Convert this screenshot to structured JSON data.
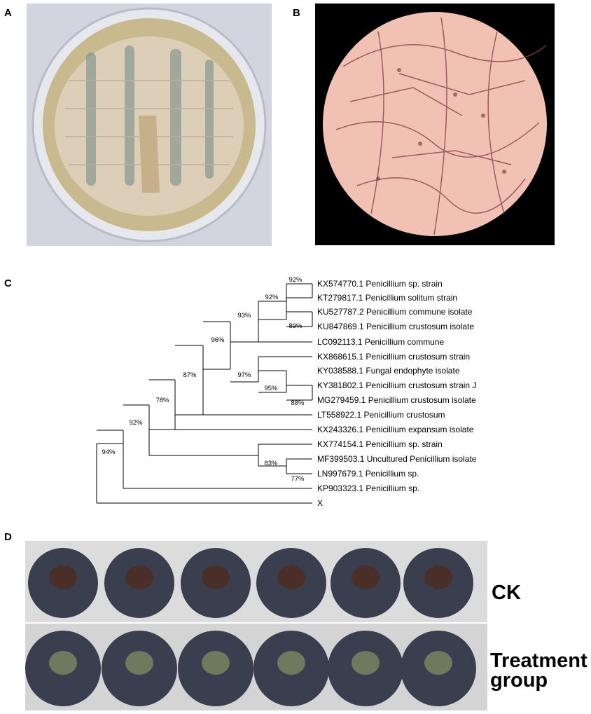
{
  "panels": {
    "a": {
      "label": "A"
    },
    "b": {
      "label": "B"
    },
    "c": {
      "label": "C"
    },
    "d": {
      "label": "D"
    }
  },
  "tree": {
    "leaves": [
      "KX574770.1 Penicillium sp. strain",
      "KT279817.1 Penicillium solitum strain",
      "KU527787.2 Penicillium commune isolate",
      "KU847869.1 Penicillium crustosum isolate",
      "LC092113.1 Penicillium commune",
      "KX868615.1 Penicillium crustosum strain",
      "KY038588.1 Fungal endophyte isolate",
      "KY381802.1 Penicillium crustosum strain J",
      "MG279459.1 Penicillium crustosum isolate",
      "LT558922.1 Penicillium crustosum",
      "KX243326.1 Penicillium expansum isolate",
      "KX774154.1 Penicillium sp. strain",
      "MF399503.1 Uncultured Penicillium isolate",
      "LN997679.1 Penicillium sp.",
      "KP903323.1 Penicillium sp.",
      "X"
    ],
    "bootstraps": [
      "92%",
      "92%",
      "89%",
      "93%",
      "96%",
      "97%",
      "95%",
      "88%",
      "87%",
      "78%",
      "92%",
      "83%",
      "77%",
      "94%"
    ]
  },
  "panel_d": {
    "row_labels": {
      "ck": "CK",
      "treatment": "Treatment\ngroup"
    }
  },
  "colors": {
    "agar": "#c9b98e",
    "colony": "#d6cbc0",
    "microscope_field": "#f1c2b3",
    "hyphae": "#8a3f4e",
    "berry": "#3a3f4f",
    "paper_bg": "#dcdcdc"
  }
}
